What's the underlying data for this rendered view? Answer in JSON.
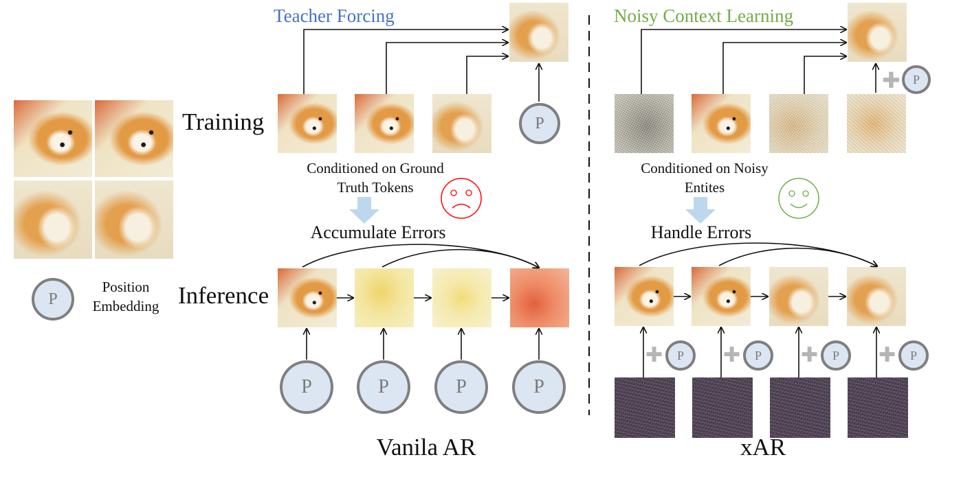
{
  "labels": {
    "teacher_forcing": "Teacher Forcing",
    "noisy_context_learning": "Noisy Context Learning",
    "training": "Training",
    "inference": "Inference",
    "conditioned_gt": "Conditioned on Ground",
    "conditioned_gt_2": "Truth Tokens",
    "conditioned_noisy": "Conditioned on Noisy",
    "conditioned_noisy_2": "Entites",
    "accumulate_errors": "Accumulate Errors",
    "handle_errors": "Handle Errors",
    "vanila_ar": "Vanila AR",
    "xar": "xAR",
    "position": "Position",
    "embedding": "Embedding",
    "p": "P"
  },
  "colors": {
    "teacher_forcing": "#4472c4",
    "noisy_context_learning": "#70ad47",
    "sad_face": "#ff0000",
    "happy_face": "#70ad47",
    "down_arrow": "#bdd7ee",
    "p_fill": "#dce6f2",
    "p_border": "#7f7f7f",
    "plus": "#b5b5b5"
  },
  "icons": {
    "sad": "sad-face-icon",
    "happy": "happy-face-icon"
  }
}
